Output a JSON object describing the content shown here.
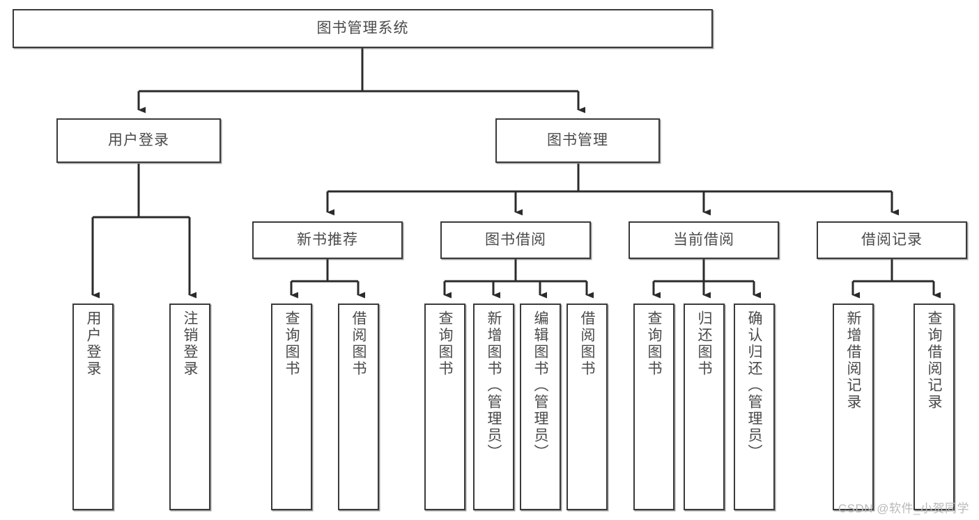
{
  "diagram": {
    "title": "图书管理系统",
    "type": "tree-hierarchy-diagram",
    "colors": {
      "box_border": "#3a3a3a",
      "box_fill": "#ffffff",
      "text": "#4a4a4a",
      "connector": "#2b2b2b",
      "watermark": "#b9b9b9"
    },
    "root": {
      "label": "图书管理系统"
    },
    "level2": [
      {
        "label": "用户登录"
      },
      {
        "label": "图书管理"
      }
    ],
    "level3": [
      {
        "label": "新书推荐"
      },
      {
        "label": "图书借阅"
      },
      {
        "label": "当前借阅"
      },
      {
        "label": "借阅记录"
      }
    ],
    "leaves": {
      "user_login": [
        {
          "label": "用户登录"
        },
        {
          "label": "注销登录"
        }
      ],
      "new_book_recommend": [
        {
          "label": "查询图书"
        },
        {
          "label": "借阅图书"
        }
      ],
      "book_borrow": [
        {
          "label": "查询图书"
        },
        {
          "label": "新增图书（管理员）"
        },
        {
          "label": "编辑图书（管理员）"
        },
        {
          "label": "借阅图书"
        }
      ],
      "current_borrow": [
        {
          "label": "查询图书"
        },
        {
          "label": "归还图书"
        },
        {
          "label": "确认归还（管理员）"
        }
      ],
      "borrow_record": [
        {
          "label": "新增借阅记录"
        },
        {
          "label": "查询借阅记录"
        }
      ]
    },
    "watermark": "CSDN @软件_小贺同学"
  }
}
